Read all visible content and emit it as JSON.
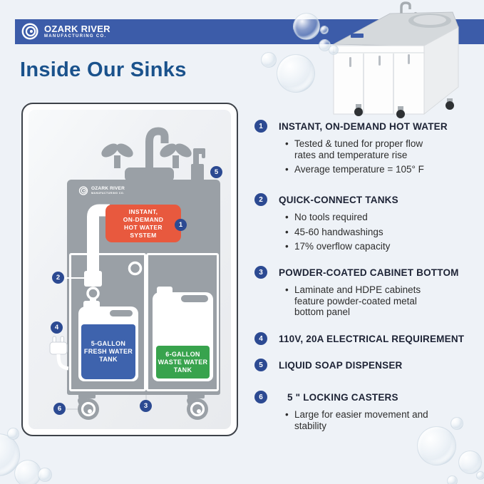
{
  "header": {
    "brand": {
      "line1": "OZARK RIVER",
      "line2": "MANUFACTURING CO."
    },
    "bar_color": "#3c5ca9"
  },
  "page": {
    "title": "Inside Our Sinks",
    "title_color": "#1a528c",
    "background_color": "#eef2f7"
  },
  "diagram": {
    "brand_line1": "OZARK RIVER",
    "brand_line2": "MANUFACTURING CO.",
    "hot_water_label": "INSTANT,\nON-DEMAND\nHOT WATER\nSYSTEM",
    "fresh_tank_label": "5-GALLON\nFRESH WATER\nTANK",
    "waste_tank_label": "6-GALLON\nWASTE WATER\nTANK",
    "markers": [
      "1",
      "2",
      "3",
      "4",
      "5",
      "6"
    ],
    "colors": {
      "cabinet_gray": "#9aa0a6",
      "hot_water_orange": "#e8593e",
      "fresh_tank_blue": "#3e63ad",
      "waste_tank_green": "#38a34d",
      "marker_navy": "#2c4a92"
    }
  },
  "features": [
    {
      "num": "1",
      "title": "INSTANT, ON-DEMAND HOT WATER",
      "bullets": [
        "Tested & tuned for proper flow\nrates and temperature rise",
        "Average temperature = 105° F"
      ]
    },
    {
      "num": "2",
      "title": "QUICK-CONNECT TANKS",
      "bullets": [
        "No tools required",
        "45-60 handwashings",
        "17% overflow capacity"
      ]
    },
    {
      "num": "3",
      "title": "POWDER-COATED CABINET BOTTOM",
      "bullets": [
        "Laminate and HDPE cabinets\nfeature powder-coated metal\nbottom panel"
      ]
    },
    {
      "num": "4",
      "title": "110V, 20A ELECTRICAL REQUIREMENT",
      "bullets": []
    },
    {
      "num": "5",
      "title": "LIQUID SOAP DISPENSER",
      "bullets": []
    },
    {
      "num": "6",
      "title": "5 \" LOCKING CASTERS",
      "bullets": [
        "Large for easier movement and\nstability"
      ]
    }
  ]
}
